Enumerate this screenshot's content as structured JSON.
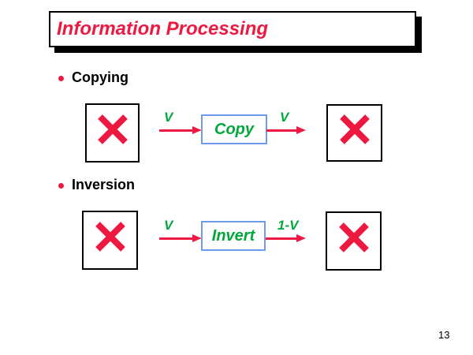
{
  "slide": {
    "title": "Information Processing",
    "page_number": "13"
  },
  "sections": [
    {
      "bullet_label": "Copying",
      "diagram": {
        "input_label": "V",
        "process_label": "Copy",
        "output_label": "V"
      }
    },
    {
      "bullet_label": "Inversion",
      "diagram": {
        "input_label": "V",
        "process_label": "Invert",
        "output_label": "1-V"
      }
    }
  ],
  "icons": {
    "x_mark": "x-mark-icon",
    "arrow_right": "arrow-right-icon",
    "bullet": "bullet-dot-icon"
  },
  "colors": {
    "accent_red": "#ED1941",
    "label_green": "#00A73A",
    "process_border_blue": "#6D9AEB",
    "text_black": "#000000",
    "background": "#FFFFFF"
  }
}
